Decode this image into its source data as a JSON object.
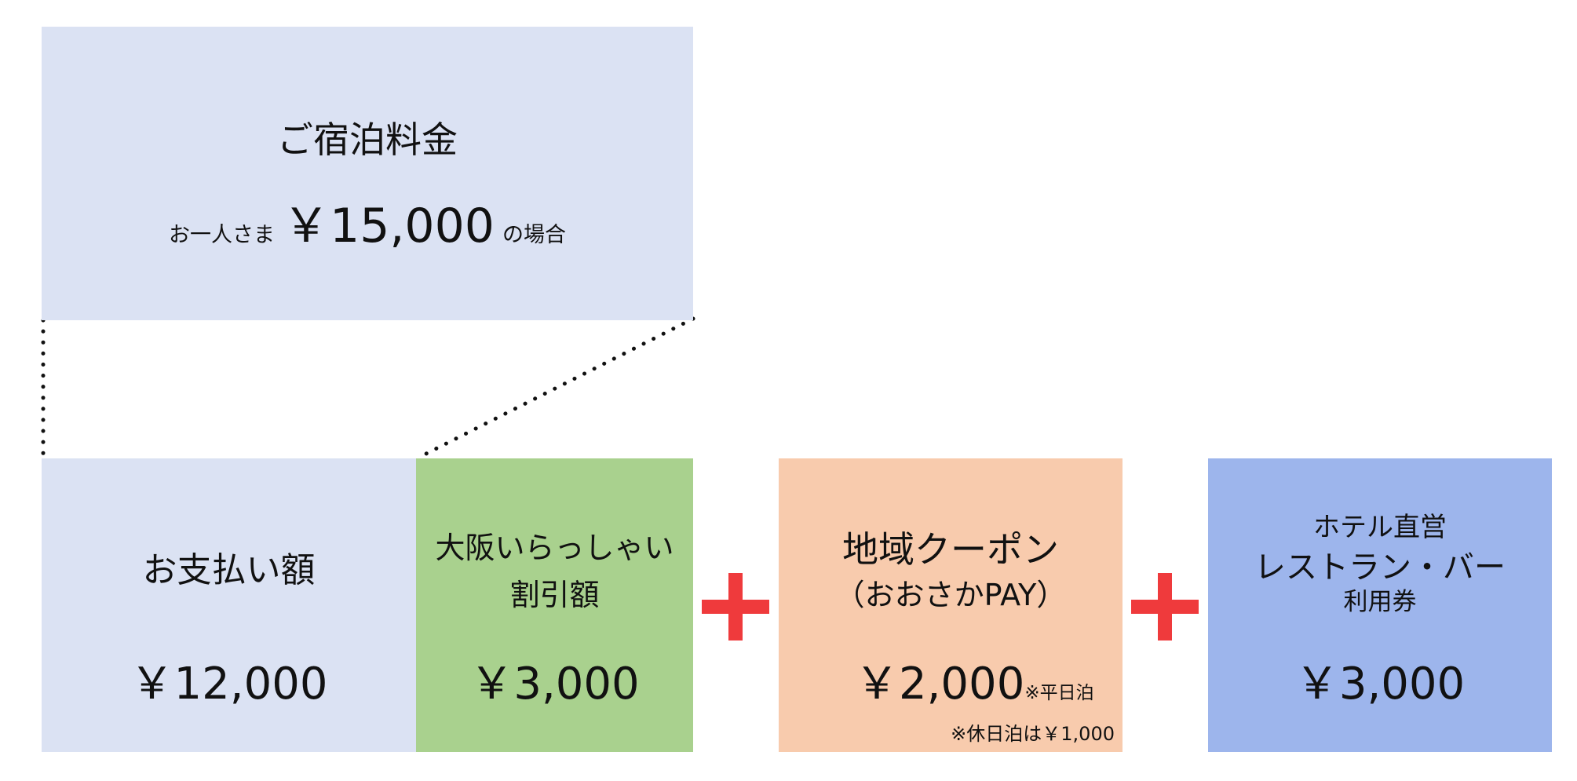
{
  "room_rate": {
    "title": "ご宿泊料金",
    "prefix": "お一人さま",
    "amount": "￥15,000",
    "suffix": "の場合"
  },
  "payment": {
    "label": "お支払い額",
    "amount": "￥12,000"
  },
  "discount": {
    "label_line1": "大阪いらっしゃい",
    "label_line2": "割引額",
    "amount": "￥3,000"
  },
  "coupon": {
    "title": "地域クーポン",
    "subtitle": "（おおさかPAY）",
    "amount": "￥2,000",
    "amount_note": "※平日泊",
    "holiday_note": "※休日泊は￥1,000"
  },
  "restaurant": {
    "line1": "ホテル直営",
    "line2": "レストラン・バー",
    "line3": "利用券",
    "amount": "￥3,000"
  },
  "colors": {
    "rate_box": "#dbe2f3",
    "discount_box": "#a9d18e",
    "coupon_box": "#f8cbad",
    "restaurant_box": "#9db5ec",
    "plus_sign": "#ef3a3c"
  }
}
